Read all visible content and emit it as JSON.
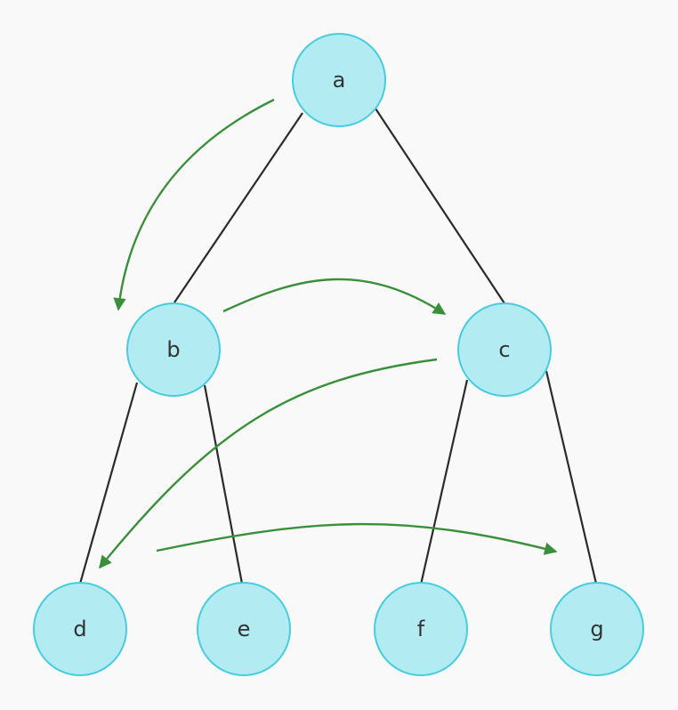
{
  "nodes": {
    "a": {
      "label": "a"
    },
    "b": {
      "label": "b"
    },
    "c": {
      "label": "c"
    },
    "d": {
      "label": "d"
    },
    "e": {
      "label": "e"
    },
    "f": {
      "label": "f"
    },
    "g": {
      "label": "g"
    }
  },
  "edges": [
    [
      "a",
      "b"
    ],
    [
      "a",
      "c"
    ],
    [
      "b",
      "d"
    ],
    [
      "b",
      "e"
    ],
    [
      "c",
      "f"
    ],
    [
      "c",
      "g"
    ]
  ],
  "traversal_arrows": [
    [
      "a",
      "b"
    ],
    [
      "b",
      "c"
    ],
    [
      "c",
      "d"
    ],
    [
      "d",
      "g"
    ]
  ],
  "colors": {
    "node_fill": "#b3ebf2",
    "node_stroke": "#48cde0",
    "edge": "#2b2b2b",
    "arrow": "#3a8f3a",
    "background": "#f9f9f9"
  }
}
